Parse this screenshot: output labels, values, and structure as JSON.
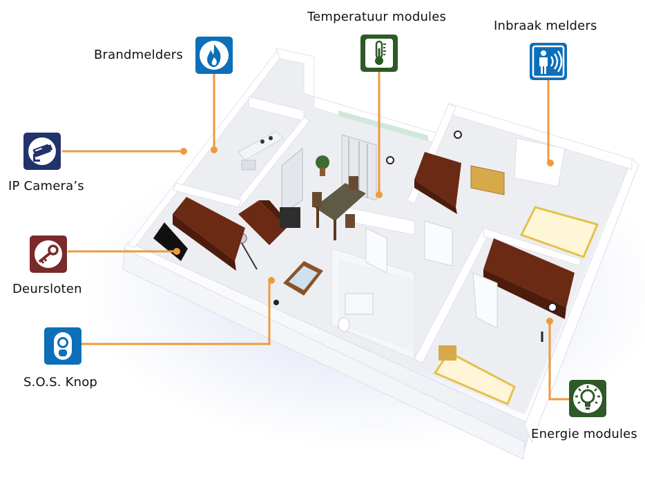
{
  "colors": {
    "leader_line": "#ee9a3c",
    "blue_icon": "#0d6fb8",
    "navy_icon": "#21336b",
    "green_icon": "#2d5a27",
    "maroon_icon": "#7a2a2a",
    "wall": "#ffffff",
    "floor": "#ecedf0",
    "wood": "#6b2a14"
  },
  "devices": [
    {
      "id": "brandmelders",
      "label": "Brandmelders",
      "icon": "flame-icon"
    },
    {
      "id": "temperatuur",
      "label": "Temperatuur modules",
      "icon": "thermometer-icon"
    },
    {
      "id": "inbraak",
      "label": "Inbraak melders",
      "icon": "motion-sensor-icon"
    },
    {
      "id": "camera",
      "label": "IP Camera’s",
      "icon": "camera-icon"
    },
    {
      "id": "deursloten",
      "label": "Deursloten",
      "icon": "key-icon"
    },
    {
      "id": "sos",
      "label": "S.O.S. Knop",
      "icon": "sos-button-icon"
    },
    {
      "id": "energie",
      "label": "Energie modules",
      "icon": "lightbulb-icon"
    }
  ]
}
